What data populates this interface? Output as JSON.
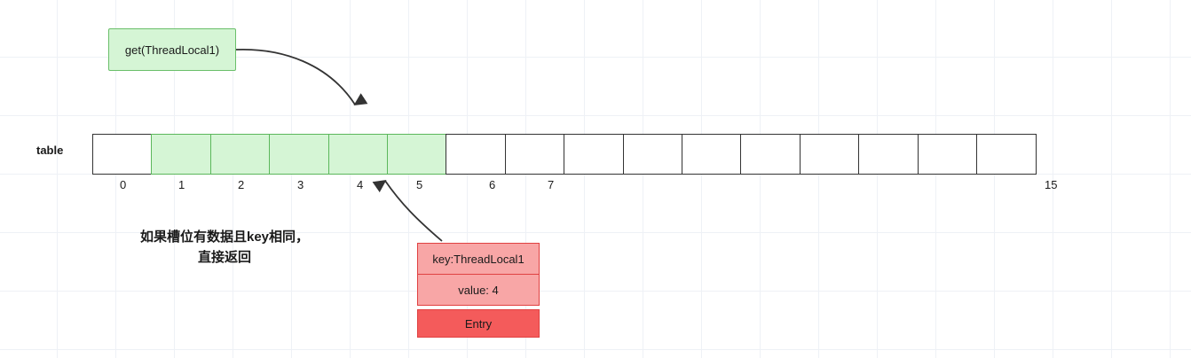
{
  "diagram": {
    "call_box": {
      "label": "get(ThreadLocal1)"
    },
    "table": {
      "label": "table",
      "slots": [
        {
          "index": "0",
          "filled": false
        },
        {
          "index": "1",
          "filled": true
        },
        {
          "index": "2",
          "filled": true
        },
        {
          "index": "3",
          "filled": true
        },
        {
          "index": "4",
          "filled": true
        },
        {
          "index": "5",
          "filled": true
        },
        {
          "index": "6",
          "filled": false
        },
        {
          "index": "7",
          "filled": false
        },
        {
          "index": "",
          "filled": false
        },
        {
          "index": "",
          "filled": false
        },
        {
          "index": "",
          "filled": false
        },
        {
          "index": "",
          "filled": false
        },
        {
          "index": "",
          "filled": false
        },
        {
          "index": "",
          "filled": false
        },
        {
          "index": "",
          "filled": false
        },
        {
          "index": "15",
          "filled": false
        }
      ]
    },
    "note": {
      "line1": "如果槽位有数据且key相同，",
      "line2": "直接返回"
    },
    "entry": {
      "key": "key:ThreadLocal1",
      "value": "value: 4",
      "title": "Entry"
    },
    "colors": {
      "green_fill": "#d5f5d5",
      "green_border": "#6abf6a",
      "red_fill": "#f8a6a6",
      "red_strong": "#f45b5b",
      "red_border": "#e04141",
      "slot_border": "#333333",
      "grid": "#eef1f6"
    }
  }
}
